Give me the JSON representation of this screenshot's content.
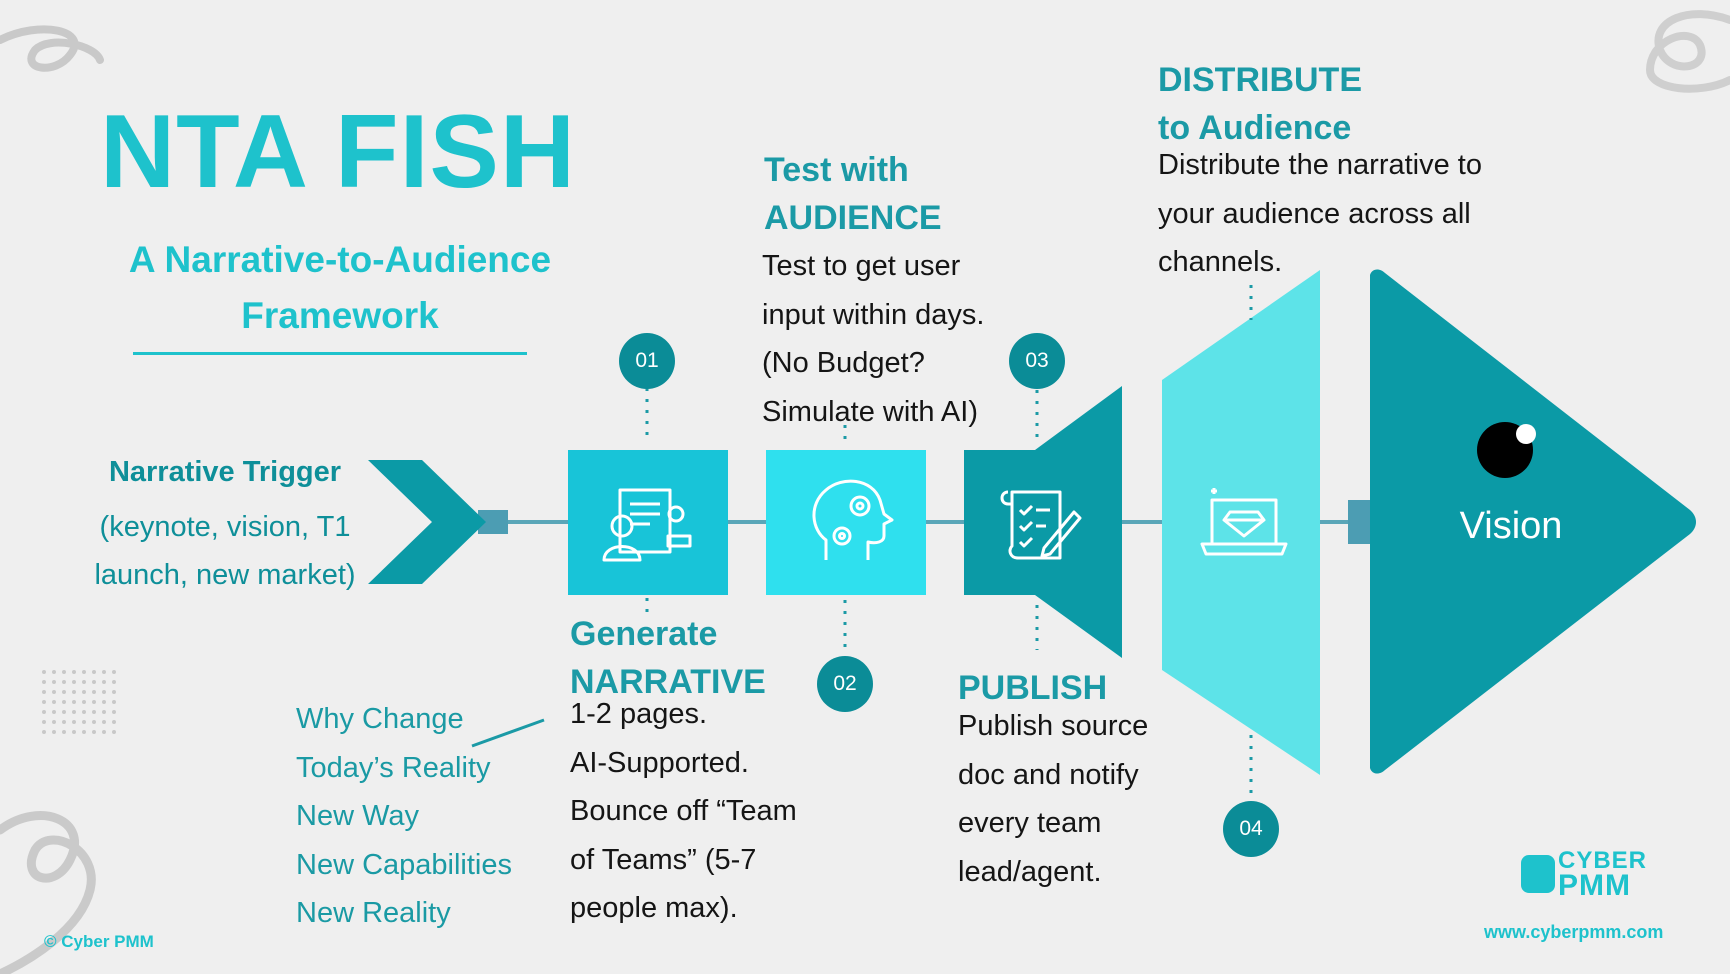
{
  "title": "NTA FISH",
  "subtitle": "A Narrative-to-Audience Framework",
  "trigger": {
    "title": "Narrative Trigger",
    "description": "(keynote, vision, T1 launch, new market)"
  },
  "narrative_list": [
    "Why Change",
    "Today’s Reality",
    "New Way",
    "New Capabilities",
    "New Reality"
  ],
  "steps": [
    {
      "number": "01",
      "heading_line1": "Generate",
      "heading_line2": "NARRATIVE",
      "body": [
        "1-2 pages.",
        "AI-Supported.",
        "Bounce off “Team",
        "of Teams” (5-7",
        "people max)."
      ],
      "icon": "user-document-icon",
      "color": "#18c4d8"
    },
    {
      "number": "02",
      "heading_line1": "Test with",
      "heading_line2": "AUDIENCE",
      "body": [
        "Test to get user",
        "input within days.",
        "(No Budget?",
        "Simulate with AI)"
      ],
      "icon": "head-gears-icon",
      "color": "#2fe0ee"
    },
    {
      "number": "03",
      "heading_line1": "PUBLISH",
      "heading_line2": "",
      "body": [
        "Publish source",
        "doc and notify",
        "every team",
        "lead/agent."
      ],
      "icon": "checklist-pen-icon",
      "color": "#0b9aa6"
    },
    {
      "number": "04",
      "heading_line1": "DISTRIBUTE",
      "heading_line2": "to Audience",
      "body": [
        "Distribute the narrative to",
        "your audience across all",
        "channels."
      ],
      "icon": "laptop-diamond-icon",
      "color": "#5de3e8"
    }
  ],
  "vision_label": "Vision",
  "copyright": "© Cyber PMM",
  "logo": {
    "line1": "CYBER",
    "line2": "PMM"
  },
  "url": "www.cyberpmm.com",
  "colors": {
    "teal_dark": "#0b9aa6",
    "teal_mid": "#18c4d8",
    "teal_light": "#5de3e8",
    "teal_text": "#1ec2cc"
  }
}
